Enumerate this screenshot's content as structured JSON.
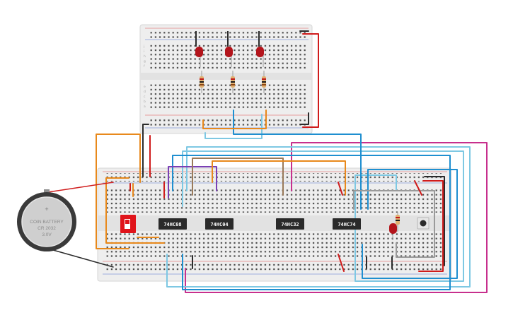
{
  "battery": {
    "line1": "COIN BATTERY",
    "line2": "CR 2032",
    "line3": "3.0V",
    "plus": "+"
  },
  "chips": [
    {
      "label": "74HC08"
    },
    {
      "label": "74HC04"
    },
    {
      "label": "74HC32"
    },
    {
      "label": "74HC74"
    }
  ],
  "top_breadboard": {
    "row_letters_top": [
      "j",
      "i",
      "h",
      "g",
      "f"
    ],
    "row_letters_bottom": [
      "e",
      "d",
      "c",
      "b",
      "a"
    ],
    "led_count": 3,
    "resistor_count": 3
  },
  "colors": {
    "red_wire": "#d01c1c",
    "black_wire": "#2b2b2b",
    "orange_wire": "#e8891c",
    "blue_wire": "#1f8fd0",
    "light_blue_wire": "#7ec8e3",
    "purple_wire": "#7a3fb5",
    "magenta_wire": "#c72f8d",
    "brown_wire": "#9a7a5a",
    "gray_wire": "#9a9a9a",
    "led_red": "#b3141b",
    "dip_switch": "#e0141b",
    "chip_body": "#2a2a2a",
    "board": "#eeeeee"
  }
}
